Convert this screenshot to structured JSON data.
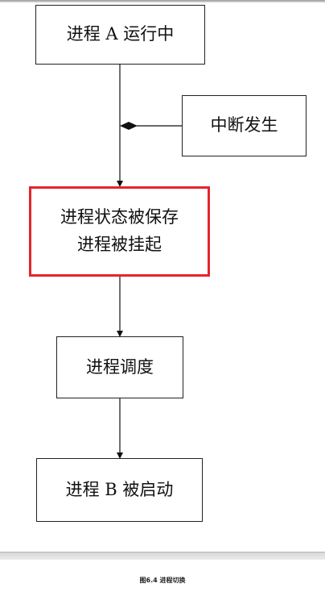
{
  "diagram": {
    "nodes": {
      "process_a": "进程 A 运行中",
      "interrupt": "中断发生",
      "save_suspend": "进程状态被保存\n进程被挂起",
      "schedule": "进程调度",
      "process_b": "进程 B 被启动"
    },
    "highlight_color": "#e3252b"
  },
  "caption": "图6.4  进程切换"
}
